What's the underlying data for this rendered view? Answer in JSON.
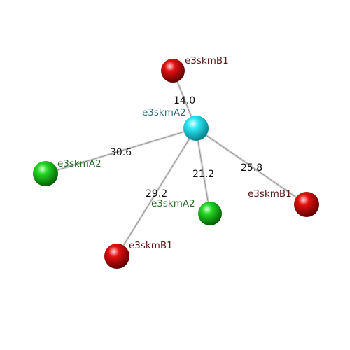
{
  "colors": {
    "center": "#17e6f2",
    "green": "#1ed61e",
    "red": "#e01010",
    "label_center": "#2a6f77",
    "label_green": "#2c6a2c",
    "label_red": "#5c1a1a"
  },
  "center_atom": {
    "label": "e3skmA2"
  },
  "neighbors": [
    {
      "label": "e3skmB1",
      "distance": "14.0",
      "color": "red"
    },
    {
      "label": "e3skmA2",
      "distance": "30.6",
      "color": "green"
    },
    {
      "label": "e3skmA2",
      "distance": "21.2",
      "color": "green"
    },
    {
      "label": "e3skmB1",
      "distance": "29.2",
      "color": "red"
    },
    {
      "label": "e3skmB1",
      "distance": "25.8",
      "color": "red"
    }
  ]
}
